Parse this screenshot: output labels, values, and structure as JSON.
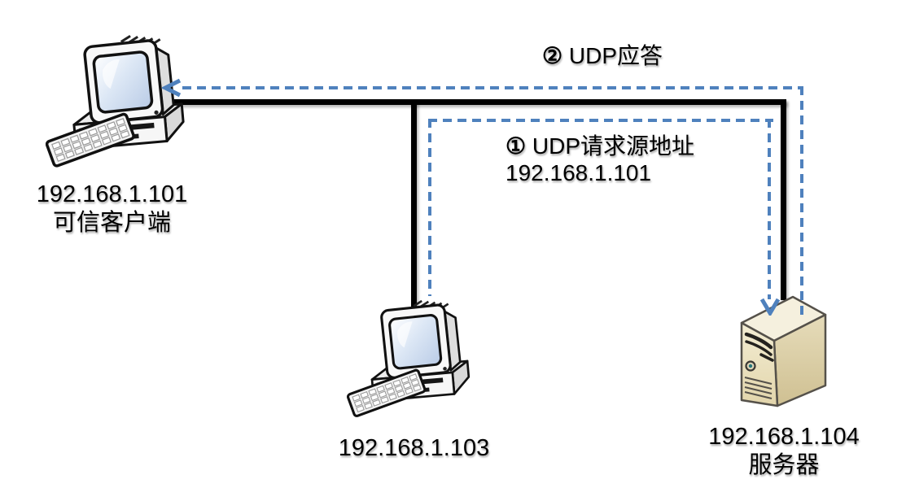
{
  "nodes": {
    "client": {
      "ip": "192.168.1.101",
      "role": "可信客户端",
      "icon": "desktop-computer-icon"
    },
    "middle": {
      "ip": "192.168.1.103",
      "icon": "desktop-computer-icon"
    },
    "server": {
      "ip": "192.168.1.104",
      "role": "服务器",
      "icon": "server-tower-icon"
    }
  },
  "flows": {
    "request": {
      "step": "①",
      "label": "UDP请求源地址",
      "sublabel": "192.168.1.101"
    },
    "reply": {
      "step": "②",
      "label": "UDP应答"
    }
  },
  "colors": {
    "flow_dash": "#4f81bd",
    "link": "#000000",
    "server_body": "#e9dfbe"
  }
}
